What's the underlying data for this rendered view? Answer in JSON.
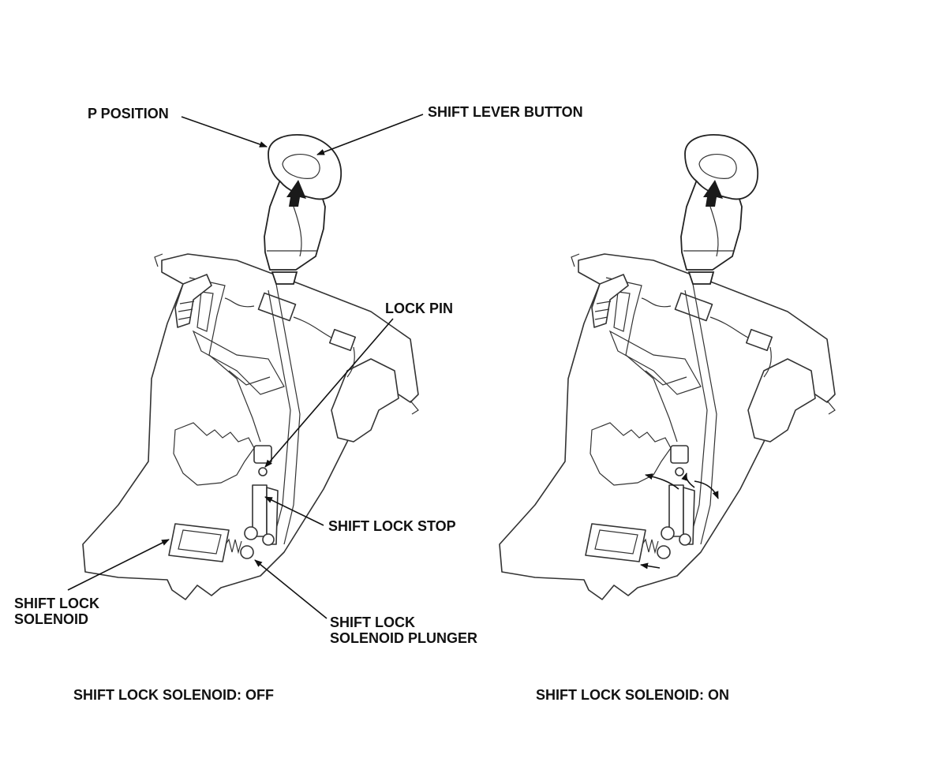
{
  "labels": {
    "p_position": "P POSITION",
    "shift_lever_button": "SHIFT LEVER BUTTON",
    "lock_pin": "LOCK PIN",
    "shift_lock_stop": "SHIFT LOCK STOP",
    "shift_lock_solenoid": "SHIFT LOCK\nSOLENOID",
    "shift_lock_solenoid_plunger": "SHIFT LOCK\nSOLENOID PLUNGER"
  },
  "captions": {
    "off": "SHIFT LOCK SOLENOID: OFF",
    "on": "SHIFT LOCK SOLENOID: ON"
  },
  "colors": {
    "line": "#333333",
    "text": "#111111",
    "background": "#ffffff"
  }
}
